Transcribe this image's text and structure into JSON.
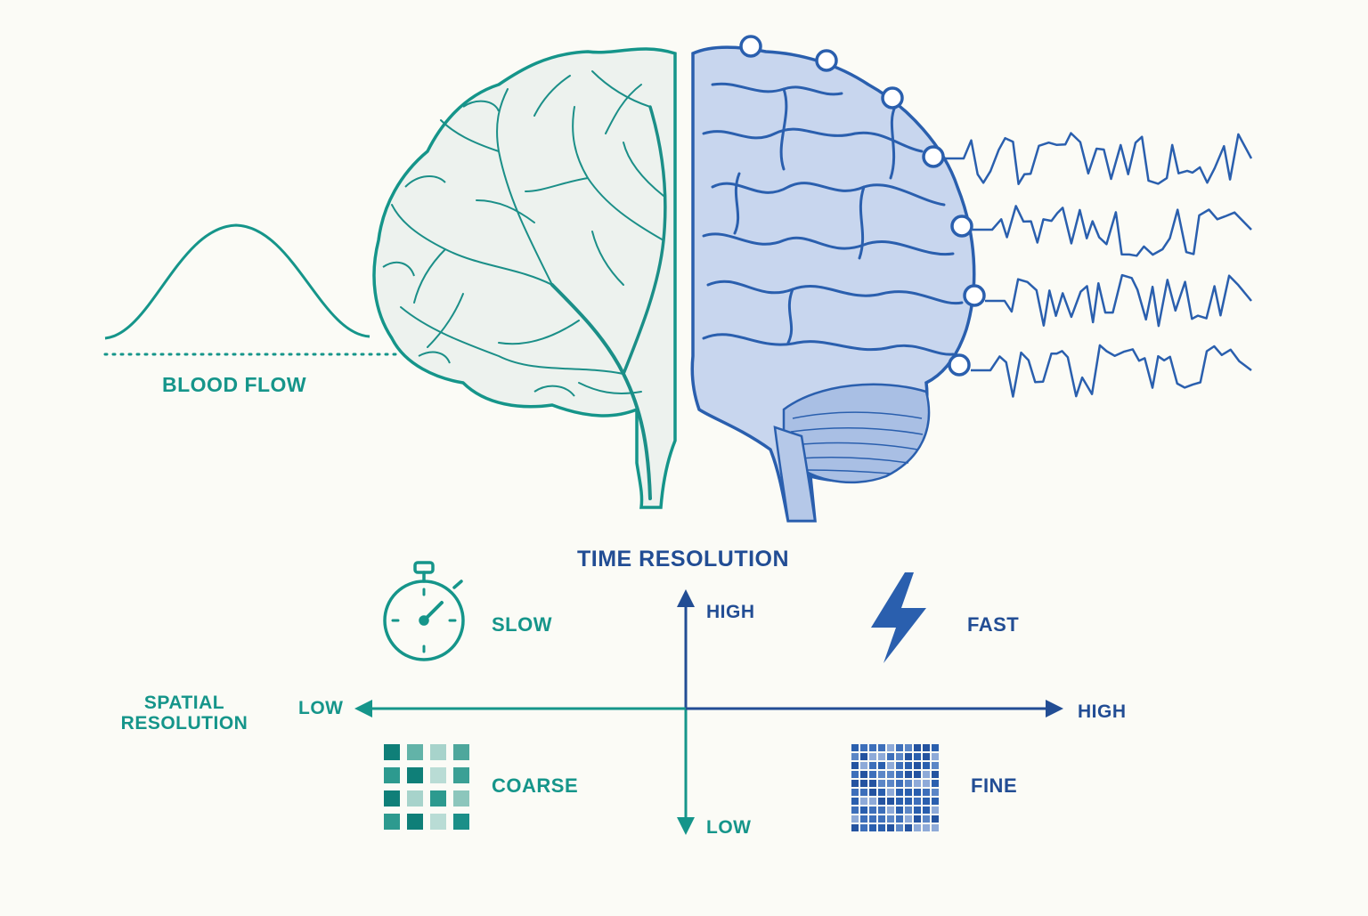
{
  "colors": {
    "teal": "#15958a",
    "teal_dark": "#0f7f78",
    "blue": "#2a5fae",
    "blue_light": "#c9d7ee",
    "navy": "#224d94",
    "background": "#fbfbf6"
  },
  "labels": {
    "blood_flow": "BLOOD FLOW",
    "time_resolution": "TIME RESOLUTION",
    "spatial_resolution_line1": "SPATIAL",
    "spatial_resolution_line2": "RESOLUTION",
    "time_high": "HIGH",
    "time_low": "LOW",
    "spatial_low": "LOW",
    "spatial_high": "HIGH",
    "slow": "SLOW",
    "fast": "FAST",
    "coarse": "COARSE",
    "fine": "FINE"
  },
  "icons": {
    "stopwatch": "stopwatch-icon",
    "lightning": "lightning-bolt-icon",
    "coarse_grid": "coarse-grid-icon",
    "fine_grid": "fine-grid-icon",
    "electrode": "electrode-icon"
  },
  "eeg": {
    "channel_count": 4
  }
}
